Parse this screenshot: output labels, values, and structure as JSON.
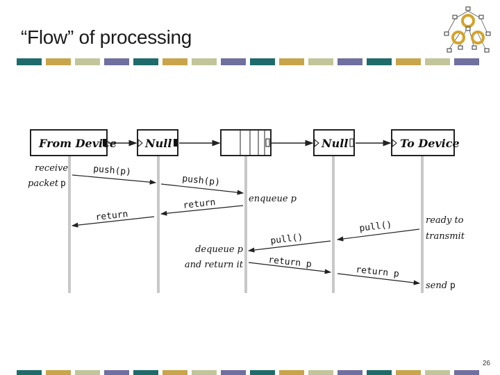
{
  "slide": {
    "title": "“Flow” of processing",
    "page_number": "26"
  },
  "colors": {
    "stripe": [
      "#1f6b6b",
      "#c8a44a",
      "#c2c59a",
      "#6f6fa0"
    ],
    "lifeline": "#c8c8c8",
    "box_stroke": "#222222"
  },
  "elements": {
    "from_device": "From Device",
    "null1": "Null",
    "null2": "Null",
    "to_device": "To Device"
  },
  "messages": {
    "push1": "push(p)",
    "push2": "push(p)",
    "return1": "return",
    "return2": "return",
    "pull1": "pull()",
    "pull2": "pull()",
    "return_p1": "return p",
    "return_p2": "return p"
  },
  "notes": {
    "receive": "receive",
    "packet": "packet",
    "packet_var": "p",
    "enqueue": "enqueue p",
    "ready_to": "ready to",
    "transmit": "transmit",
    "dequeue": "dequeue p",
    "and_return": "and return it",
    "send": "send",
    "send_var": "p"
  },
  "logo_icon": "network-graph-icon"
}
